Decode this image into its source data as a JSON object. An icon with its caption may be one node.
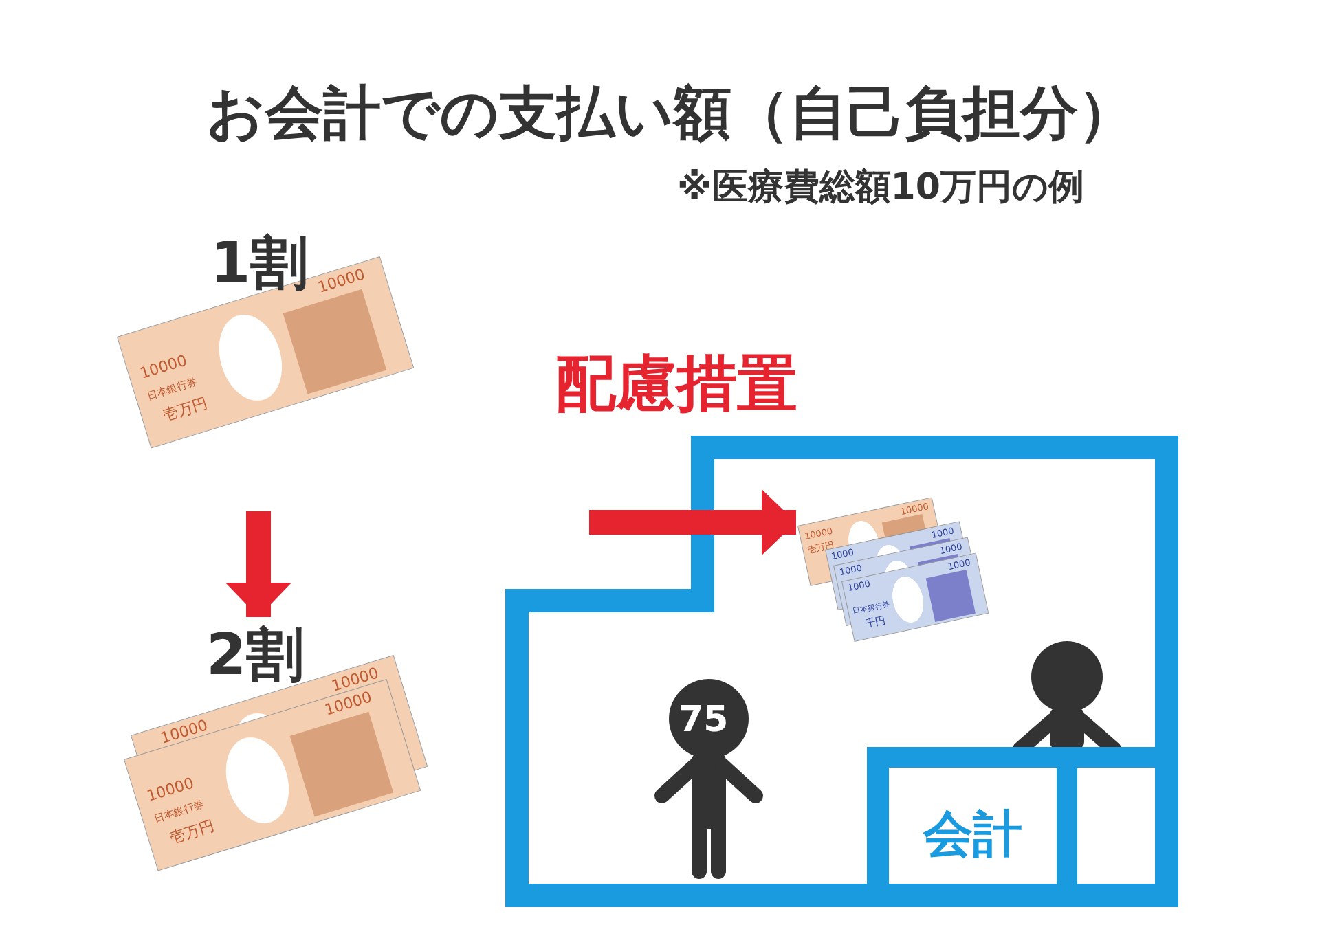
{
  "diagram": {
    "title": "お会計での支払い額（自己負担分）",
    "nodes": [
      {
        "text": [
          "1割",
          "10000",
          "10000",
          "日本銀行券",
          "壱万円"
        ]
      },
      {
        "text": [
          "2割",
          "10000",
          "10000",
          "10000",
          "10000",
          "日本銀行券",
          "壱万円"
        ]
      },
      {
        "text": [],
        "shape": "box"
      },
      {
        "text": [
          "10000",
          "10000",
          "壱万円",
          "1000",
          "1000",
          "1000",
          "1000",
          "1000",
          "1000",
          "日本銀行券",
          "千円"
        ],
        "in": 2
      },
      {
        "text": [
          "75"
        ],
        "in": 2
      },
      {
        "text": [],
        "shape": "person",
        "in": 2
      },
      {
        "text": [
          "会計"
        ],
        "in": 2
      }
    ],
    "edges": [
      {
        "from": 0,
        "to": 1,
        "arrow": "to"
      },
      {
        "from": null,
        "to": 3,
        "arrow": "to"
      }
    ],
    "labels": [
      "※医療費総額10万円の例",
      "配慮措置"
    ]
  }
}
